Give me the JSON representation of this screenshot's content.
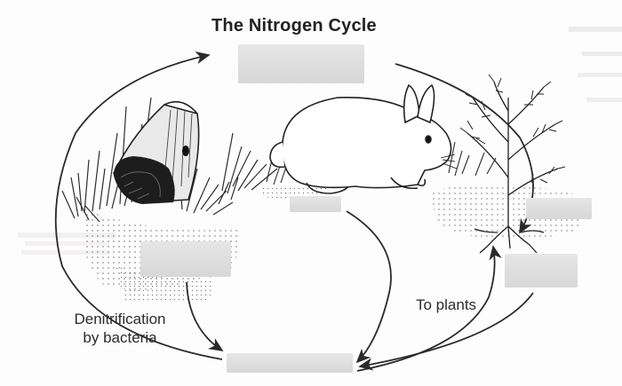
{
  "title": "The Nitrogen Cycle",
  "labels": {
    "denitrification_line1": "Denitrification",
    "denitrification_line2": "by bacteria",
    "to_plants": "To plants"
  }
}
